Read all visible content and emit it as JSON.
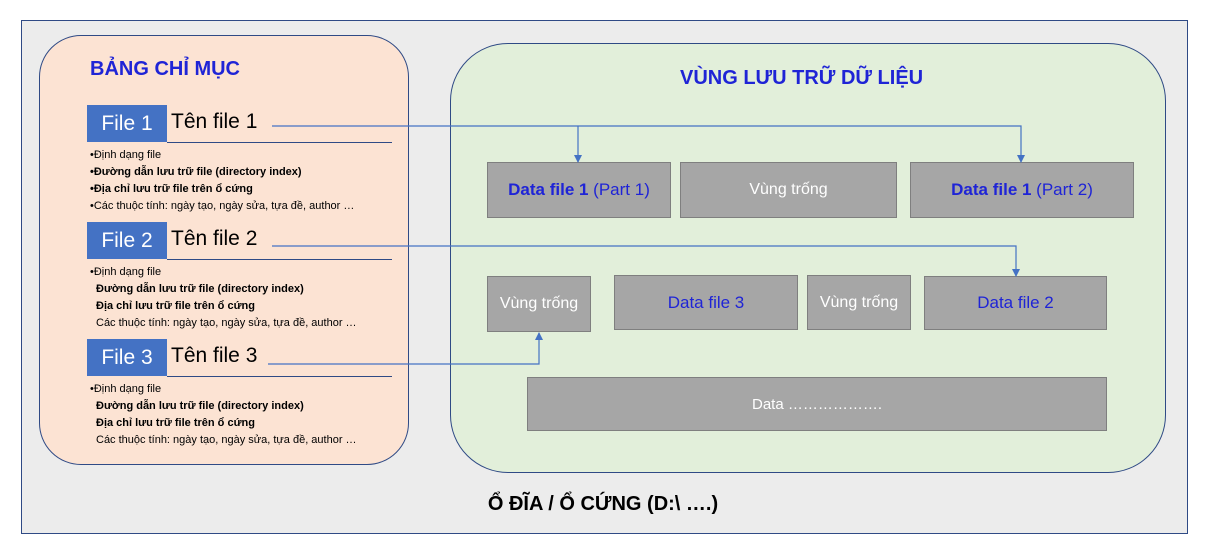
{
  "drive_label": "Ổ ĐĨA / Ổ CỨNG (D:\\ ….)",
  "index_table": {
    "title": "BẢNG CHỈ MỤC",
    "entries": [
      {
        "tag": "File 1",
        "name": "Tên file 1",
        "attributes": [
          "•Định dạng file",
          "•Đường dẫn lưu trữ file (directory index)",
          "•Địa chỉ lưu trữ file trên ổ cứng",
          "•Các thuộc tính: ngày tạo, ngày sửa, tựa đề, author …"
        ]
      },
      {
        "tag": "File 2",
        "name": "Tên file 2",
        "attributes": [
          "•Định dạng file",
          "Đường dẫn lưu trữ file (directory index)",
          "Địa chỉ lưu trữ file trên ổ cứng",
          "Các thuộc tính: ngày tạo, ngày sửa, tựa đề, author …"
        ]
      },
      {
        "tag": "File 3",
        "name": "Tên file 3",
        "attributes": [
          "•Định dạng file",
          "Đường dẫn lưu trữ file (directory index)",
          "Địa chỉ lưu trữ file trên ổ cứng",
          "Các thuộc tính: ngày tạo, ngày sửa, tựa đề, author …"
        ]
      }
    ]
  },
  "storage": {
    "title": "VÙNG LƯU TRỮ DỮ LIỆU",
    "blocks": {
      "data_file_1_part1_bold": "Data file 1",
      "data_file_1_part1_rest": " (Part 1)",
      "free_space_top": "Vùng trống",
      "data_file_1_part2_bold": "Data file 1",
      "data_file_1_part2_rest": " (Part 2)",
      "free_space_left": "Vùng trống",
      "data_file_3": "Data file 3",
      "free_space_mid": "Vùng trống",
      "data_file_2": "Data file 2",
      "data_bottom": "Data ………………."
    }
  },
  "colors": {
    "heading_blue": "#1f24d6",
    "tag_blue": "#4472c4",
    "index_panel": "#fce3d3",
    "storage_panel": "#e2efda",
    "block_gray": "#a6a6a6",
    "border_navy": "#2f4a85"
  }
}
